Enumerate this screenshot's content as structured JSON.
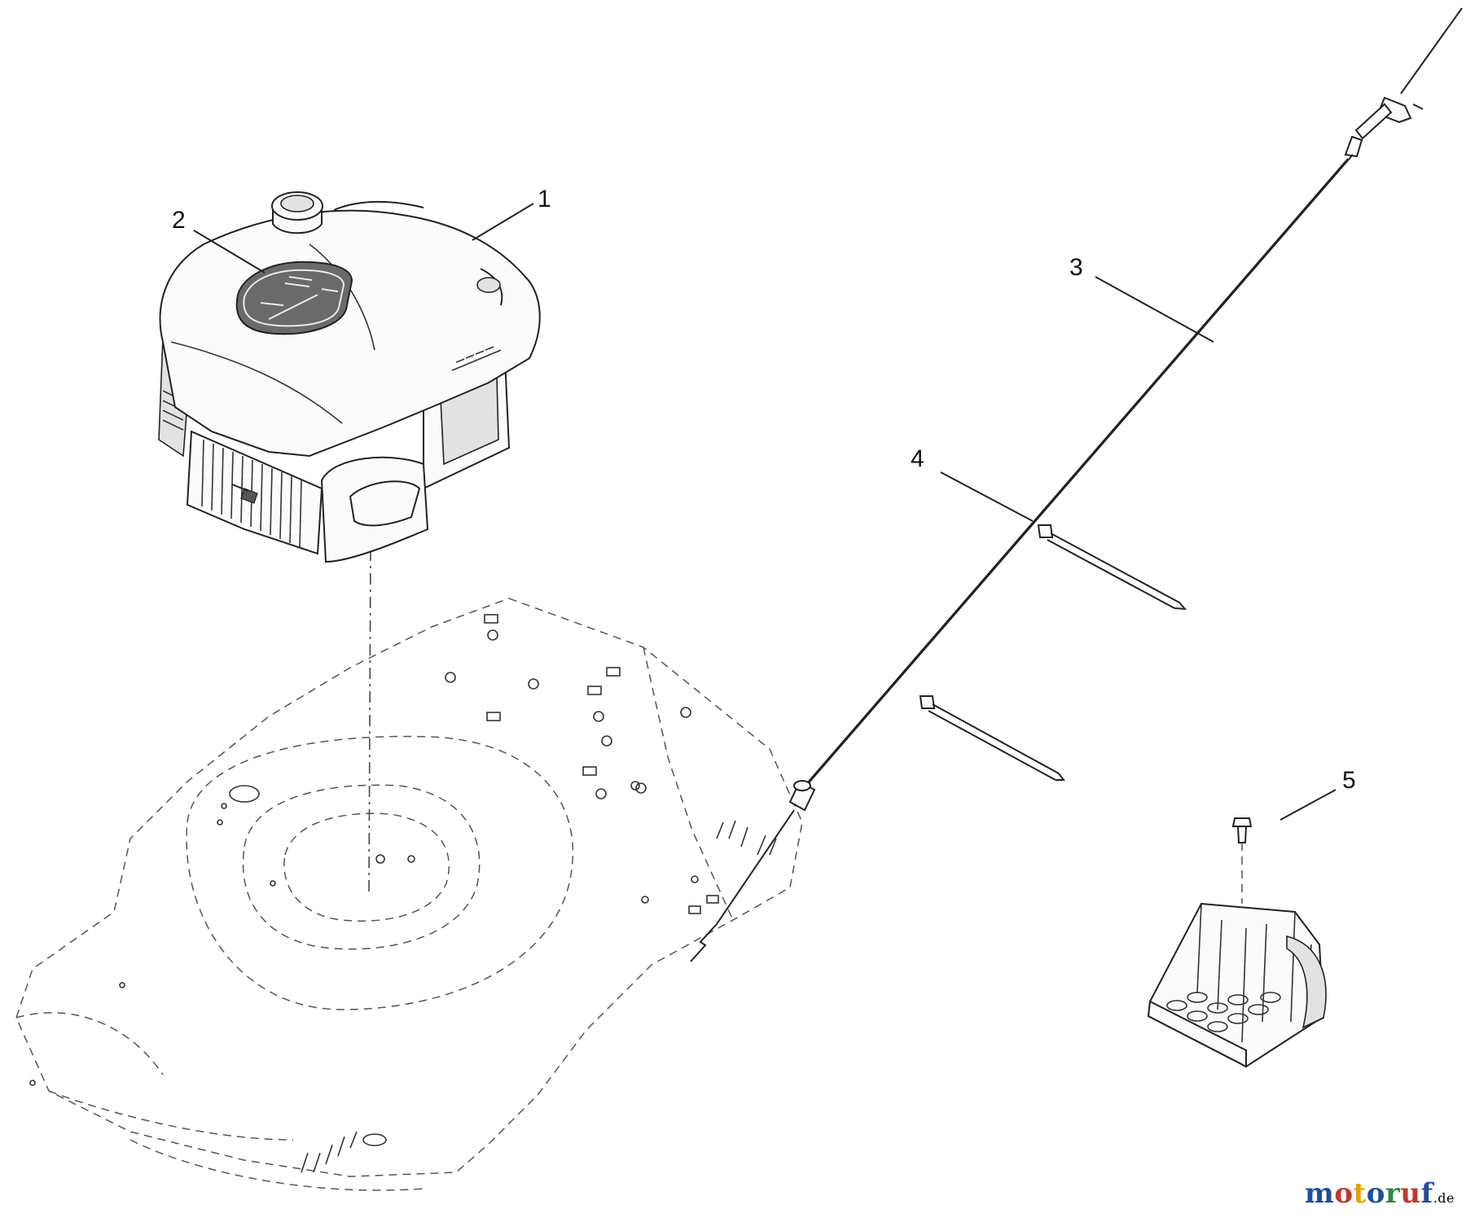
{
  "callouts": [
    "1",
    "2",
    "3",
    "4",
    "5"
  ],
  "watermark": {
    "text": "motoruf",
    "suffix": ".de",
    "letter_colors": [
      "#1f4e9c",
      "#c0392b",
      "#e2a400",
      "#1f4e9c",
      "#2e8b3e",
      "#c0392b",
      "#1f4e9c"
    ]
  },
  "parts": [
    {
      "callout": "1",
      "icon": "engine-icon"
    },
    {
      "callout": "2",
      "icon": "decal-icon"
    },
    {
      "callout": "3",
      "icon": "throttle-cable-icon"
    },
    {
      "callout": "4",
      "icon": "cable-tie-icon"
    },
    {
      "callout": "5",
      "icon": "screw-icon"
    }
  ]
}
